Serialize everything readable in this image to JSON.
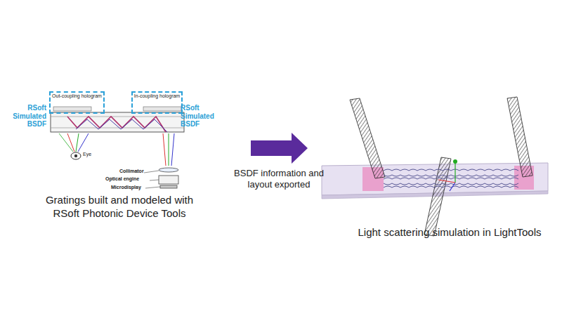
{
  "diagram": {
    "nodes": [
      {
        "text": [
          "RSoft Simulated BSDF",
          "Out-coupling hologram"
        ]
      },
      {
        "text": [
          "In-coupling hologram",
          "RSoft Simulated BSDF"
        ]
      }
    ],
    "labels": [
      "Eye",
      "Collimator",
      "Optical engine",
      "Microdisplay",
      "BSDF information and layout exported",
      "Gratings built and modeled with RSoft Photonic Device Tools",
      "Light scattering simulation in LightTools"
    ]
  }
}
